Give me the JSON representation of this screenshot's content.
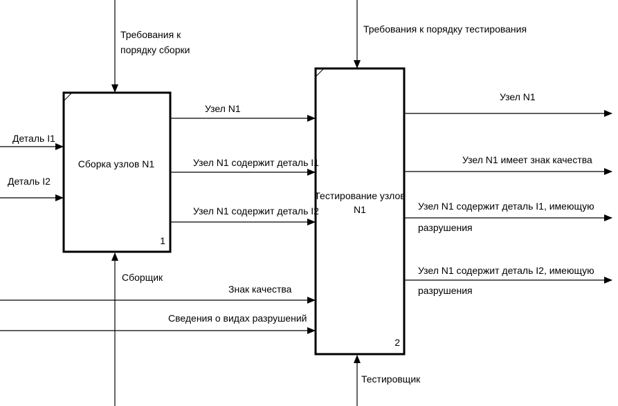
{
  "colors": {
    "ink": "#000000",
    "background": "#ffffff"
  },
  "blocks": [
    {
      "name": "Сборка узлов N1",
      "number": "1"
    },
    {
      "name_line1": "Тестирование узлов",
      "name_line2": "N1",
      "number": "2"
    }
  ],
  "controls": {
    "assembly": {
      "line1": "Требования к",
      "line2": "порядку сборки"
    },
    "testing": "Требования к порядку тестирования"
  },
  "mechanisms": {
    "assembler": "Сборщик",
    "tester": "Тестировщик"
  },
  "inputs": {
    "part_i1": "Деталь I1",
    "part_i2": "Деталь I2",
    "quality_mark": "Знак качества",
    "failure_info": "Сведения о видах разрушений"
  },
  "intermediate": {
    "node": "Узел N1",
    "node_i1": "Узел N1 содержит деталь I1",
    "node_i2": "Узел N1 содержит деталь I2"
  },
  "outputs": {
    "node": "Узел N1",
    "node_quality": "Узел N1 имеет знак качества",
    "node_i1_damaged": {
      "line1": "Узел N1 содержит деталь I1, имеющую",
      "line2": "разрушения"
    },
    "node_i2_damaged": {
      "line1": "Узел N1 содержит деталь I2, имеющую",
      "line2": "разрушения"
    }
  }
}
